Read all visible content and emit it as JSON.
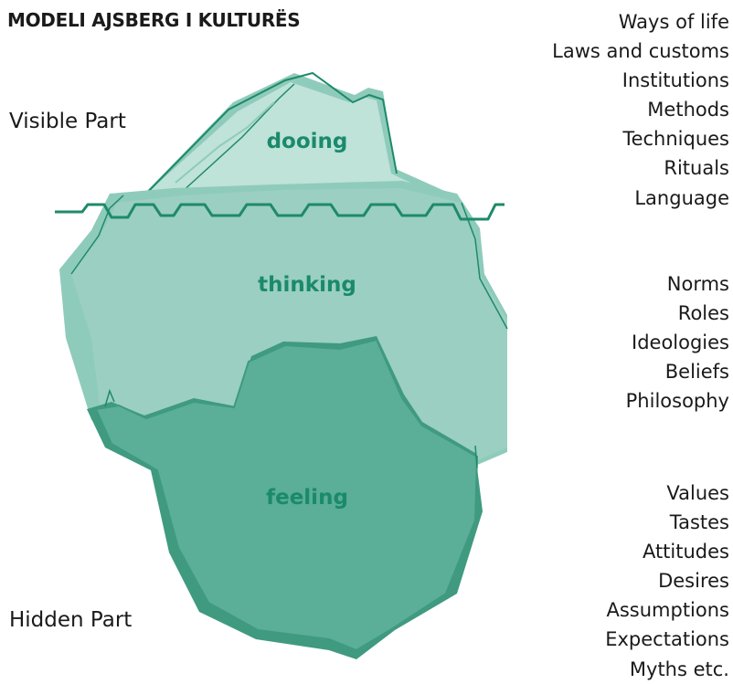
{
  "title": "MODELI AJSBERG I KULTURËS",
  "visible_part": "Visible Part",
  "hidden_part": "Hidden Part",
  "layers": {
    "dooing": "dooing",
    "thinking": "thinking",
    "feeling": "feeling"
  },
  "lists": {
    "dooing": [
      "Ways of life",
      "Laws and customs",
      "Institutions",
      "Methods",
      "Techniques",
      "Rituals",
      "Language"
    ],
    "thinking": [
      "Norms",
      "Roles",
      "Ideologies",
      "Beliefs",
      "Philosophy"
    ],
    "feeling": [
      "Values",
      "Tastes",
      "Attitudes",
      "Desires",
      "Assumptions",
      "Expectations",
      "Myths etc."
    ]
  },
  "colors": {
    "top_fill": "#bfe2d9",
    "top_shade": "#8fcbbb",
    "middle_fill": "#9bcfc1",
    "bottom_fill": "#5bae98",
    "bottom_shade": "#3f9a80",
    "outline": "#1e8a6a",
    "label": "#1a8a6c"
  }
}
